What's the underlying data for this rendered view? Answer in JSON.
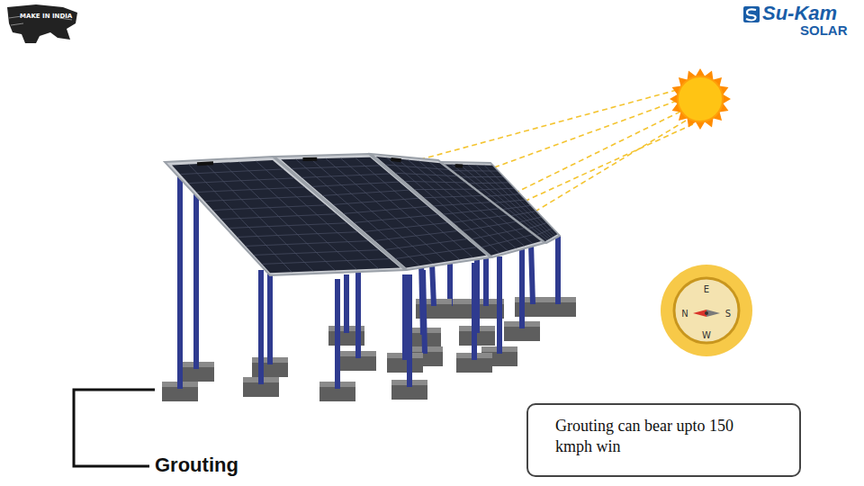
{
  "diagram": {
    "nodes": [
      {
        "text": [
          "E",
          "N",
          "S",
          "W"
        ]
      },
      {
        "text": [
          "Grouting can bear upto 150 kmph win"
        ]
      }
    ],
    "labels": [
      "MAKE IN INDIA",
      "Su-Kam",
      "SOLAR",
      "Grouting"
    ]
  }
}
